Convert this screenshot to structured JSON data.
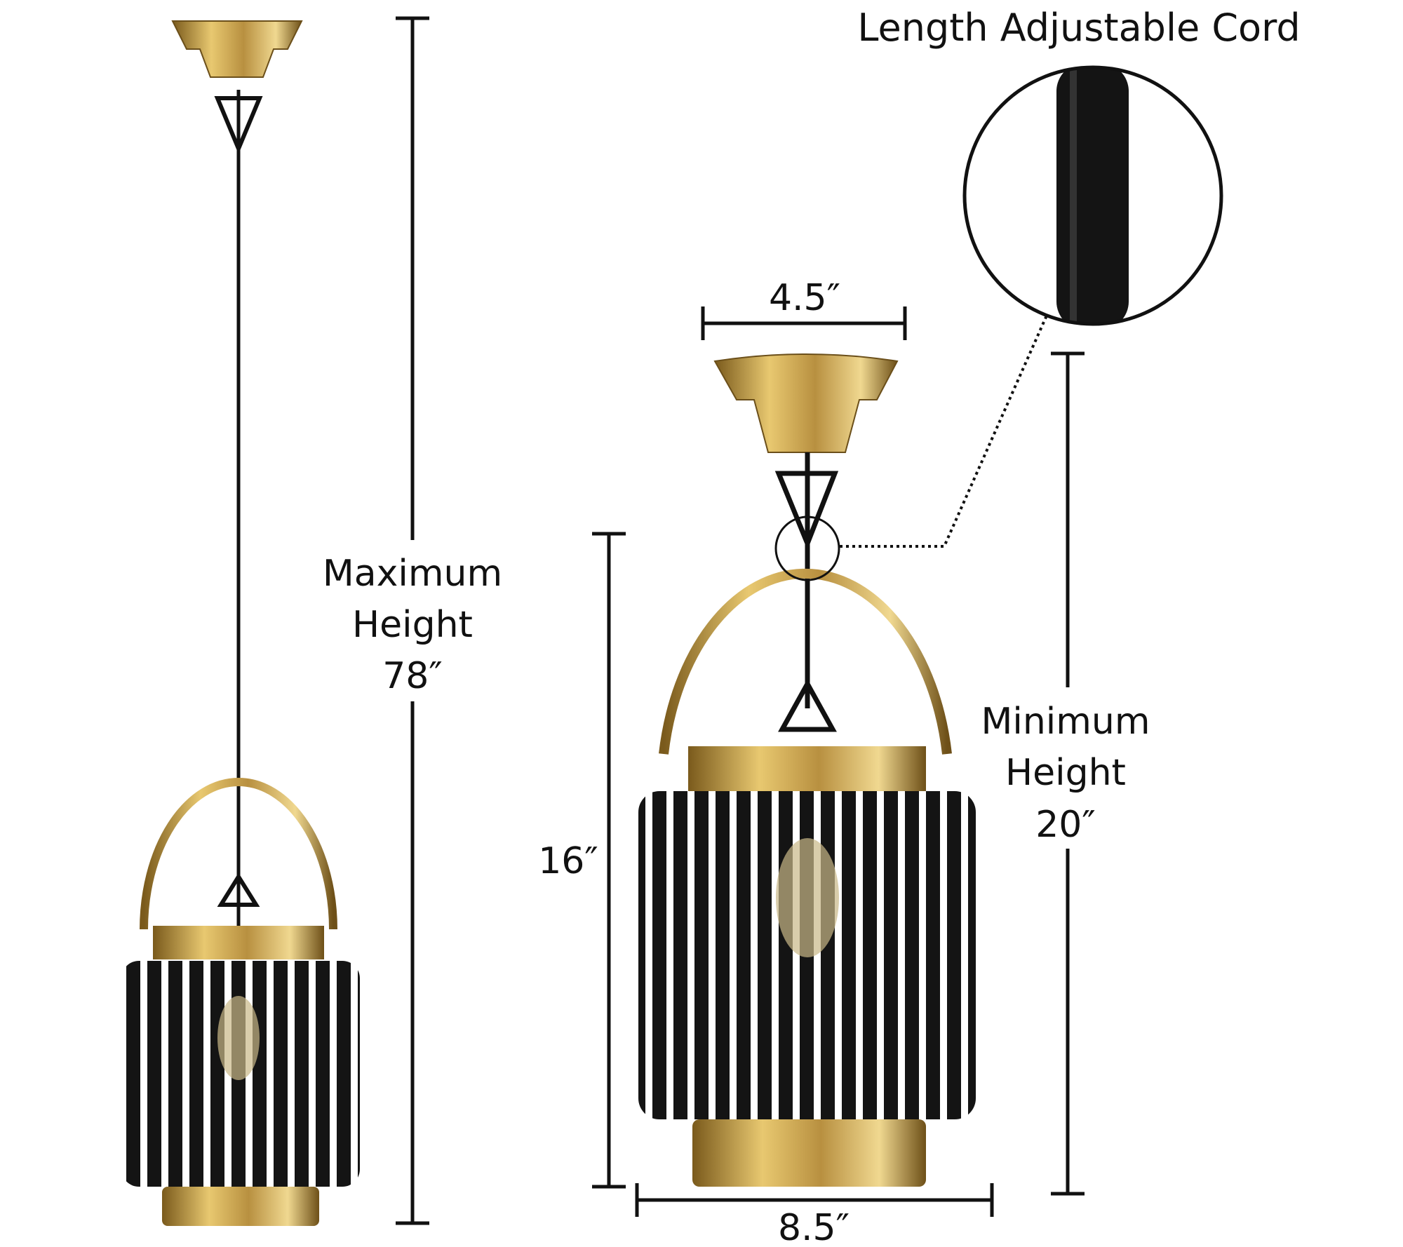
{
  "callout": {
    "title": "Length Adjustable Cord"
  },
  "left": {
    "max_height_line1": "Maximum",
    "max_height_line2": "Height",
    "max_height_value": "78″"
  },
  "right": {
    "canopy_width": "4.5″",
    "body_height": "16″",
    "body_width": "8.5″",
    "min_height_line1": "Minimum",
    "min_height_line2": "Height",
    "min_height_value": "20″"
  },
  "colors": {
    "brass": "#c9a448",
    "black": "#111111"
  }
}
